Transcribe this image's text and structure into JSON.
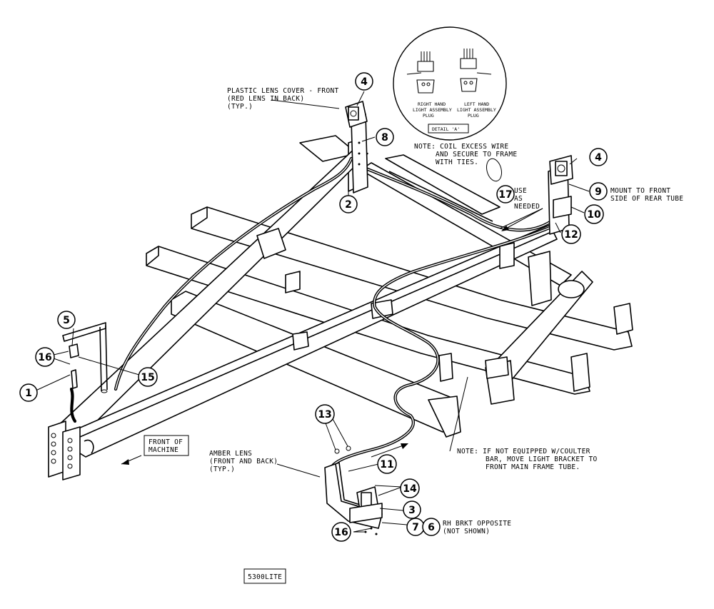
{
  "diagram": {
    "part_code": "5300LITE",
    "notes": {
      "lens_front": [
        "PLASTIC LENS COVER - FRONT",
        "(RED LENS IN BACK)",
        "(TYP.)"
      ],
      "coil": [
        "NOTE: COIL EXCESS WIRE",
        "AND SECURE TO FRAME",
        "WITH TIES."
      ],
      "use_as_needed": [
        "USE",
        "AS",
        "NEEDED"
      ],
      "mount": [
        "MOUNT TO FRONT",
        "SIDE OF REAR TUBE"
      ],
      "front_of_machine": [
        "FRONT OF",
        "MACHINE"
      ],
      "amber_lens": [
        "AMBER LENS",
        "(FRONT AND BACK)",
        "(TYP.)"
      ],
      "coulter": [
        "NOTE: IF NOT EQUIPPED W/COULTER",
        "BAR, MOVE LIGHT BRACKET TO",
        "FRONT MAIN FRAME TUBE."
      ],
      "rh_bracket": [
        "RH BRKT OPPOSITE",
        "(NOT SHOWN)"
      ]
    },
    "detail_a": {
      "title": "DETAIL 'A'",
      "right_label": [
        "RIGHT HAND",
        "LIGHT ASSEMBLY",
        "PLUG"
      ],
      "left_label": [
        "LEFT HAND",
        "LIGHT ASSEMBLY",
        "PLUG"
      ]
    },
    "callouts": {
      "c1": "1",
      "c2": "2",
      "c3": "3",
      "c4a": "4",
      "c4b": "4",
      "c5": "5",
      "c6": "6",
      "c7": "7",
      "c8": "8",
      "c9": "9",
      "c10": "10",
      "c11": "11",
      "c12": "12",
      "c13": "13",
      "c14": "14",
      "c15": "15",
      "c16a": "16",
      "c16b": "16",
      "c17": "17"
    }
  }
}
